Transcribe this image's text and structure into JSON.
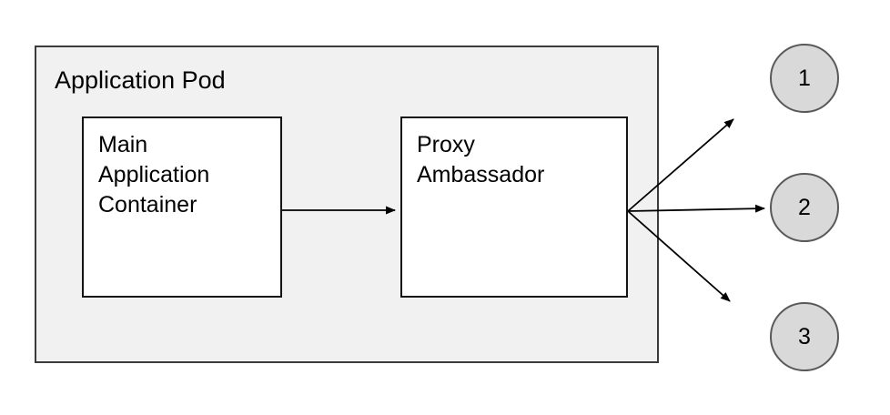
{
  "diagram": {
    "title": "",
    "pod": {
      "label": "Application Pod",
      "fill": "#f1f1f1",
      "border": "#3b3b3b"
    },
    "boxes": {
      "main_container": {
        "label": "Main Application Container",
        "fill": "#ffffff",
        "border": "#141414"
      },
      "proxy_ambassador": {
        "label": "Proxy Ambassador",
        "fill": "#ffffff",
        "border": "#141414"
      }
    },
    "nodes": [
      {
        "label": "1",
        "fill": "#d9d9d9",
        "border": "#595959"
      },
      {
        "label": "2",
        "fill": "#d9d9d9",
        "border": "#595959"
      },
      {
        "label": "3",
        "fill": "#d9d9d9",
        "border": "#595959"
      }
    ],
    "edges": [
      {
        "from": "main-application-container",
        "to": "proxy-ambassador"
      },
      {
        "from": "proxy-ambassador",
        "to": "node-1"
      },
      {
        "from": "proxy-ambassador",
        "to": "node-2"
      },
      {
        "from": "proxy-ambassador",
        "to": "node-3"
      }
    ],
    "arrow_color": "#000000"
  }
}
